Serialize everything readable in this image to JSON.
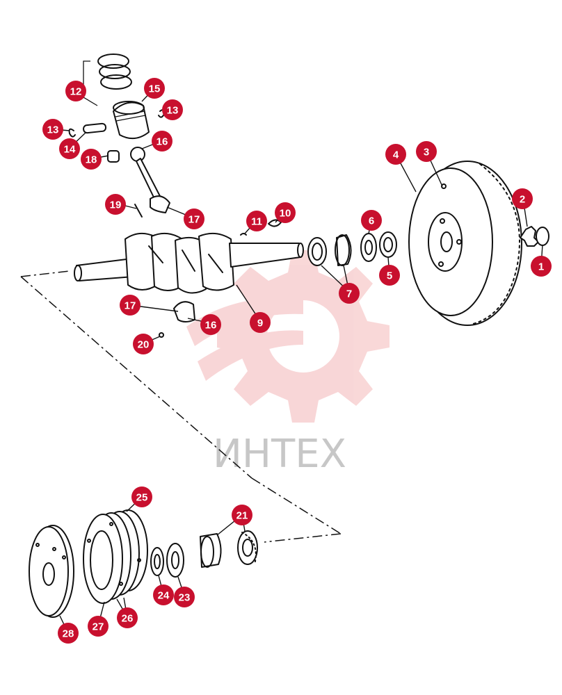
{
  "watermark": {
    "text": "ИНТЕХ",
    "color": "#e03a3e",
    "text_color": "#9a9a9a"
  },
  "label_color": "#c8102e",
  "labels": [
    {
      "id": "1",
      "text": "1"
    },
    {
      "id": "2",
      "text": "2"
    },
    {
      "id": "3",
      "text": "3"
    },
    {
      "id": "4",
      "text": "4"
    },
    {
      "id": "5",
      "text": "5"
    },
    {
      "id": "6",
      "text": "6"
    },
    {
      "id": "7",
      "text": "7"
    },
    {
      "id": "9",
      "text": "9"
    },
    {
      "id": "10",
      "text": "10"
    },
    {
      "id": "11",
      "text": "11"
    },
    {
      "id": "12",
      "text": "12"
    },
    {
      "id": "13a",
      "text": "13"
    },
    {
      "id": "13b",
      "text": "13"
    },
    {
      "id": "14",
      "text": "14"
    },
    {
      "id": "15",
      "text": "15"
    },
    {
      "id": "16a",
      "text": "16"
    },
    {
      "id": "16b",
      "text": "16"
    },
    {
      "id": "17a",
      "text": "17"
    },
    {
      "id": "17b",
      "text": "17"
    },
    {
      "id": "18",
      "text": "18"
    },
    {
      "id": "19",
      "text": "19"
    },
    {
      "id": "20",
      "text": "20"
    },
    {
      "id": "21",
      "text": "21"
    },
    {
      "id": "23",
      "text": "23"
    },
    {
      "id": "24",
      "text": "24"
    },
    {
      "id": "25",
      "text": "25"
    },
    {
      "id": "26",
      "text": "26"
    },
    {
      "id": "27",
      "text": "27"
    },
    {
      "id": "28",
      "text": "28"
    }
  ]
}
